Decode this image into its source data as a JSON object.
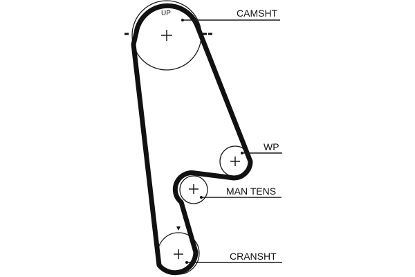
{
  "diagram": {
    "camshaft_top_label": "UP",
    "labels": {
      "camshaft": "CAMSHT",
      "water_pump": "WP",
      "tensioner": "MAN TENS",
      "crankshaft": "CRANSHT"
    },
    "colors": {
      "belt": "#111111",
      "line": "#1a1a1a",
      "background": "#ffffff"
    }
  }
}
